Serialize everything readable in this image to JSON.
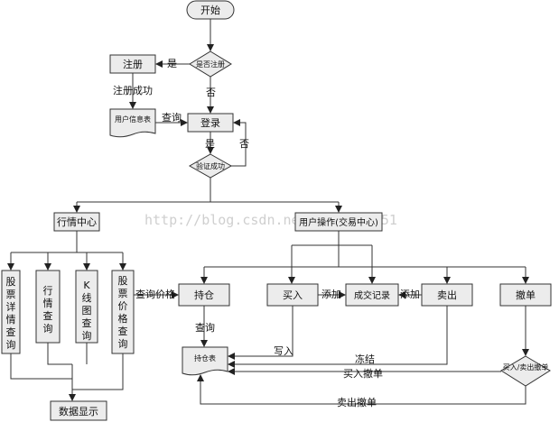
{
  "watermark": "http://blog.csdn.net/u011641351",
  "nodes": {
    "start": "开始",
    "is_registered": "是否注册",
    "register": "注册",
    "user_table": "用户信息表",
    "login": "登录",
    "verify_success": "验证成功",
    "market_center": "行情中心",
    "user_ops": "用户操作(交易中心)",
    "stock_detail": "股票详情查询",
    "market_query": "行情查询",
    "kline_query": "K线图查询",
    "stock_price_query": "股票价格查询",
    "data_display": "数据显示",
    "holdings": "持仓",
    "buy": "买入",
    "deal_record": "成交记录",
    "sell": "卖出",
    "cancel": "撤单",
    "holdings_table": "持仓表",
    "buy_sell_cancel": "买入/卖出撤单"
  },
  "edge_labels": {
    "yes_register": "是",
    "no_register": "否",
    "register_success": "注册成功",
    "query_user": "查询",
    "verify_yes": "是",
    "verify_no": "否",
    "query_price": "查询价格",
    "query_holdings": "查询",
    "write": "写入",
    "add_buy": "添加",
    "add_sell": "添加",
    "freeze": "冻结",
    "buy_cancel": "买入撤单",
    "sell_cancel": "卖出撤单"
  }
}
